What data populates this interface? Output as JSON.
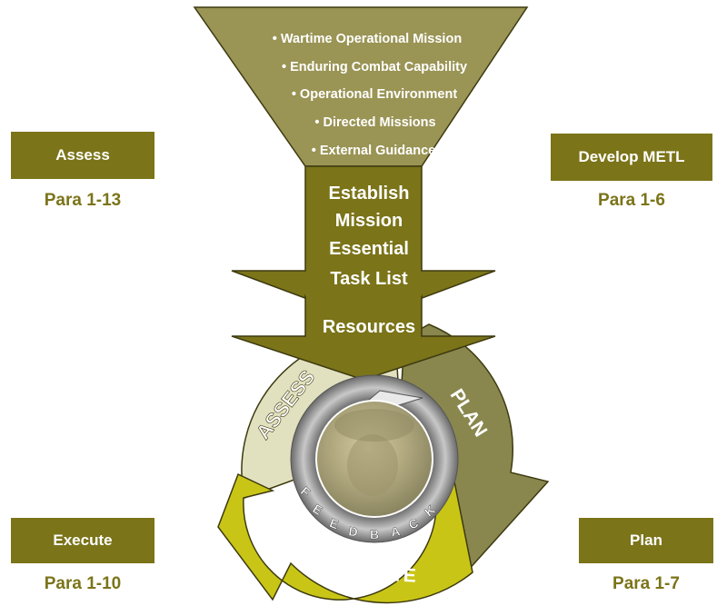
{
  "colors": {
    "olive": "#7b7419",
    "olive_dark": "#4d4a0f",
    "funnel": "#9a9455",
    "assess_segment": "#e2e1bf",
    "plan_segment": "#89874e",
    "execute_segment": "#c9c516",
    "feedback_ring": "#8a8a8a",
    "white": "#ffffff"
  },
  "funnel": {
    "items": [
      "• Wartime Operational Mission",
      "• Enduring Combat Capability",
      "• Operational Environment",
      "• Directed Missions",
      "• External Guidance"
    ]
  },
  "stem": {
    "lines": [
      "Establish",
      "Mission",
      "Essential",
      "Task List"
    ],
    "resources": "Resources"
  },
  "cycle": {
    "assess": "ASSESS",
    "plan": "PLAN",
    "execute": "EXECUTE",
    "feedback": [
      "F",
      "E",
      "E",
      "D",
      "B",
      "A",
      "C",
      "K"
    ]
  },
  "corners": {
    "assess": {
      "label": "Assess",
      "para": "Para 1-13"
    },
    "develop": {
      "label": "Develop METL",
      "para": "Para 1-6"
    },
    "execute": {
      "label": "Execute",
      "para": "Para 1-10"
    },
    "plan": {
      "label": "Plan",
      "para": "Para 1-7"
    }
  }
}
